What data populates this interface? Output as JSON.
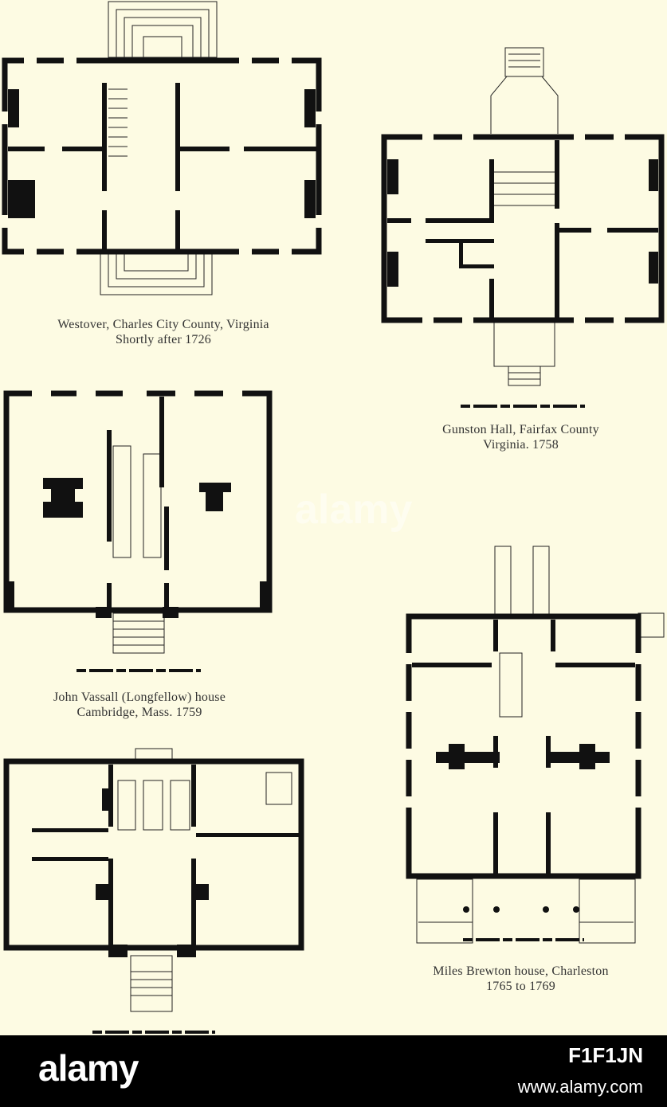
{
  "plans": [
    {
      "id": "westover",
      "caption_line1": "Westover, Charles City County, Virginia",
      "caption_line2": "Shortly after 1726"
    },
    {
      "id": "gunston",
      "caption_line1": "Gunston Hall, Fairfax County",
      "caption_line2": "Virginia. 1758"
    },
    {
      "id": "vassall",
      "caption_line1": "John Vassall (Longfellow) house",
      "caption_line2": "Cambridge, Mass. 1759"
    },
    {
      "id": "brewton",
      "caption_line1": "Miles Brewton house, Charleston",
      "caption_line2": "1765 to 1769"
    }
  ],
  "footer": {
    "logo": "alamy",
    "image_id": "F1F1JN",
    "site": "www.alamy.com"
  },
  "colors": {
    "paper": "#fdfbe3",
    "ink": "#111111",
    "footer": "#000000"
  }
}
